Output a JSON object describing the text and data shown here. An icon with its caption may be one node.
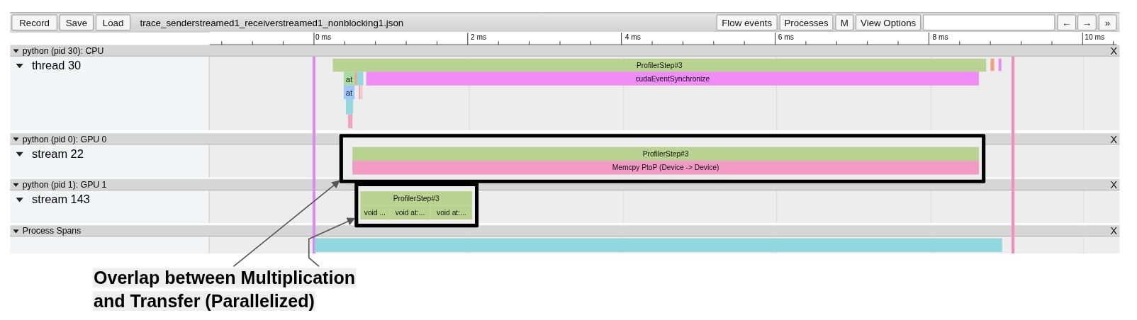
{
  "diagram": {
    "nodes": [
      {
        "text": [
          "ProfilerStep#3"
        ]
      },
      {
        "text": [
          "at"
        ]
      },
      {
        "text": [
          "cudaEventSynchronize"
        ]
      },
      {
        "text": [
          "at"
        ]
      },
      {
        "text": [],
        "shape": "box"
      },
      {
        "text": [
          "ProfilerStep#3"
        ],
        "in": 4
      },
      {
        "text": [
          "Memcpy PtoP (Device -> Device)"
        ],
        "in": 4
      },
      {
        "text": [],
        "shape": "box"
      },
      {
        "text": [
          "ProfilerStep#3"
        ],
        "in": 7
      },
      {
        "text": [
          "void ..."
        ],
        "in": 7
      },
      {
        "text": [
          "void at:..."
        ],
        "in": 7
      },
      {
        "text": [
          "void at:..."
        ],
        "in": 7
      },
      {
        "text": [],
        "shape": "bar"
      },
      {
        "text": [
          "Overlap between Multiplication and Transfer (Parallelized)"
        ]
      }
    ],
    "edges": [
      {
        "from": 13,
        "to": 4,
        "arrow": "to"
      },
      {
        "from": 13,
        "to": 7,
        "arrow": "to"
      }
    ],
    "labels": [
      "Record",
      "Save",
      "Load",
      "trace_senderstreamed1_receiverstreamed1_nonblocking1.json",
      "Flow events",
      "Processes",
      "M",
      "View Options",
      "←",
      "→",
      "»",
      "0 ms",
      "2 ms",
      "4 ms",
      "6 ms",
      "8 ms",
      "10 ms",
      "python (pid 30): CPU",
      "X",
      "thread 30",
      "python (pid 0): GPU 0",
      "X",
      "stream 22",
      "python (pid 1): GPU 1",
      "X",
      "stream 143",
      "Process Spans",
      "X"
    ]
  }
}
